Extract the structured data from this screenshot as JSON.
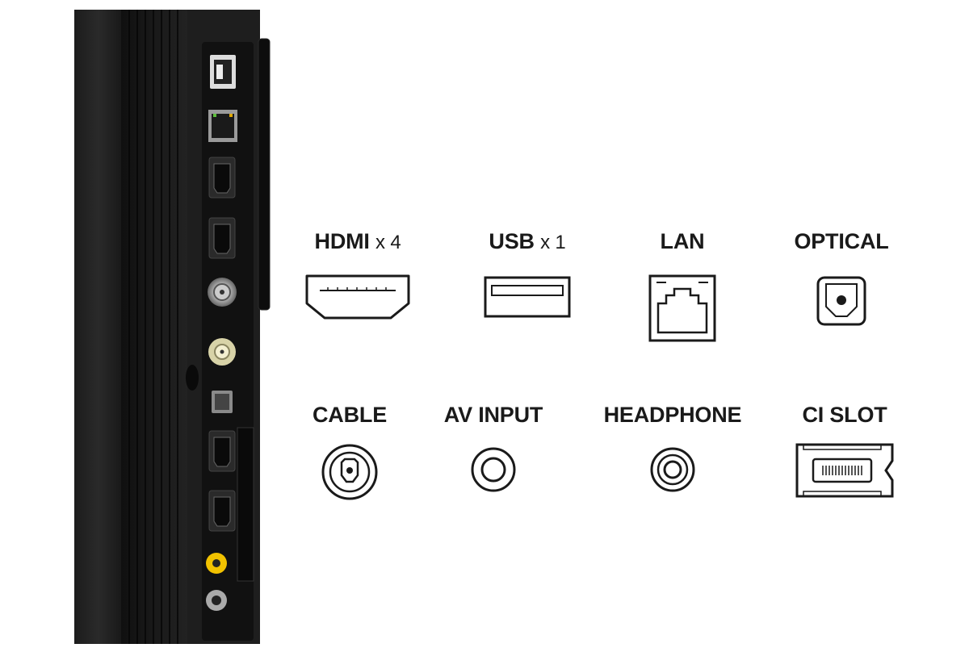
{
  "colors": {
    "icon_stroke": "#1a1a1a",
    "panel_dark": "#141414",
    "panel_mid": "#262626",
    "rca_yellow": "#f2c200",
    "lan_led_green": "#5cbf3a",
    "lan_led_amber": "#e0a800"
  },
  "ports": [
    {
      "id": "hdmi",
      "label": "HDMI",
      "multiplier": "x 4",
      "icon": "hdmi-icon"
    },
    {
      "id": "usb",
      "label": "USB",
      "multiplier": "x 1",
      "icon": "usb-icon"
    },
    {
      "id": "lan",
      "label": "LAN",
      "multiplier": "",
      "icon": "lan-icon"
    },
    {
      "id": "optical",
      "label": "OPTICAL",
      "multiplier": "",
      "icon": "optical-icon"
    },
    {
      "id": "cable",
      "label": "CABLE",
      "multiplier": "",
      "icon": "cable-icon"
    },
    {
      "id": "av",
      "label": "AV INPUT",
      "multiplier": "",
      "icon": "av-input-icon"
    },
    {
      "id": "headphone",
      "label": "HEADPHONE",
      "multiplier": "",
      "icon": "headphone-icon"
    },
    {
      "id": "ci",
      "label": "CI SLOT",
      "multiplier": "",
      "icon": "ci-slot-icon"
    }
  ]
}
